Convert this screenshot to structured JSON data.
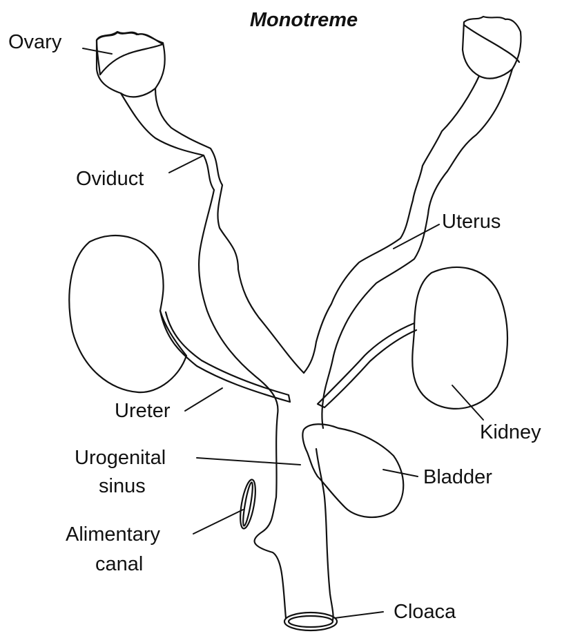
{
  "title": "Monotreme",
  "labels": {
    "ovary": "Ovary",
    "oviduct": "Oviduct",
    "uterus": "Uterus",
    "ureter": "Ureter",
    "kidney": "Kidney",
    "urogenital_1": "Urogenital",
    "urogenital_2": "sinus",
    "bladder": "Bladder",
    "alimentary_1": "Alimentary",
    "alimentary_2": "canal",
    "cloaca": "Cloaca"
  }
}
